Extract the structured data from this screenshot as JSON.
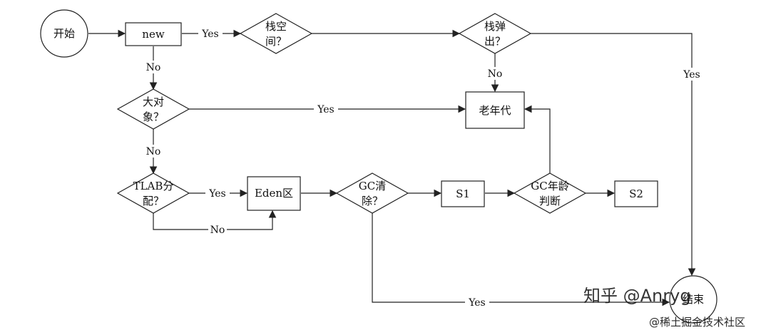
{
  "nodes": {
    "start": "开始",
    "new": "new",
    "stack_space_1": "栈空",
    "stack_space_2": "间？",
    "stack_pop_1": "栈弹",
    "stack_pop_2": "出？",
    "big_object_1": "大对",
    "big_object_2": "象？",
    "old_gen": "老年代",
    "tlab_1": "TLAB分",
    "tlab_2": "配？",
    "eden": "Eden区",
    "gc_clear_1": "GC清",
    "gc_clear_2": "除？",
    "s1": "S1",
    "gc_age_1": "GC年龄",
    "gc_age_2": "判断",
    "s2": "S2",
    "end": "结束"
  },
  "edges": {
    "new_to_stack": "Yes",
    "stack_pop_to_end": "Yes",
    "new_to_big": "No",
    "stack_pop_to_old": "No",
    "big_to_old": "Yes",
    "big_to_tlab": "No",
    "tlab_to_eden": "Yes",
    "tlab_no": "No",
    "gc_to_end": "Yes"
  },
  "watermarks": {
    "zhihu": "知乎 @Anryg",
    "juejin": "@稀土掘金技术社区"
  },
  "colors": {
    "stroke": "#222222",
    "text": "#111111",
    "watermark": "#c8c8c8"
  }
}
